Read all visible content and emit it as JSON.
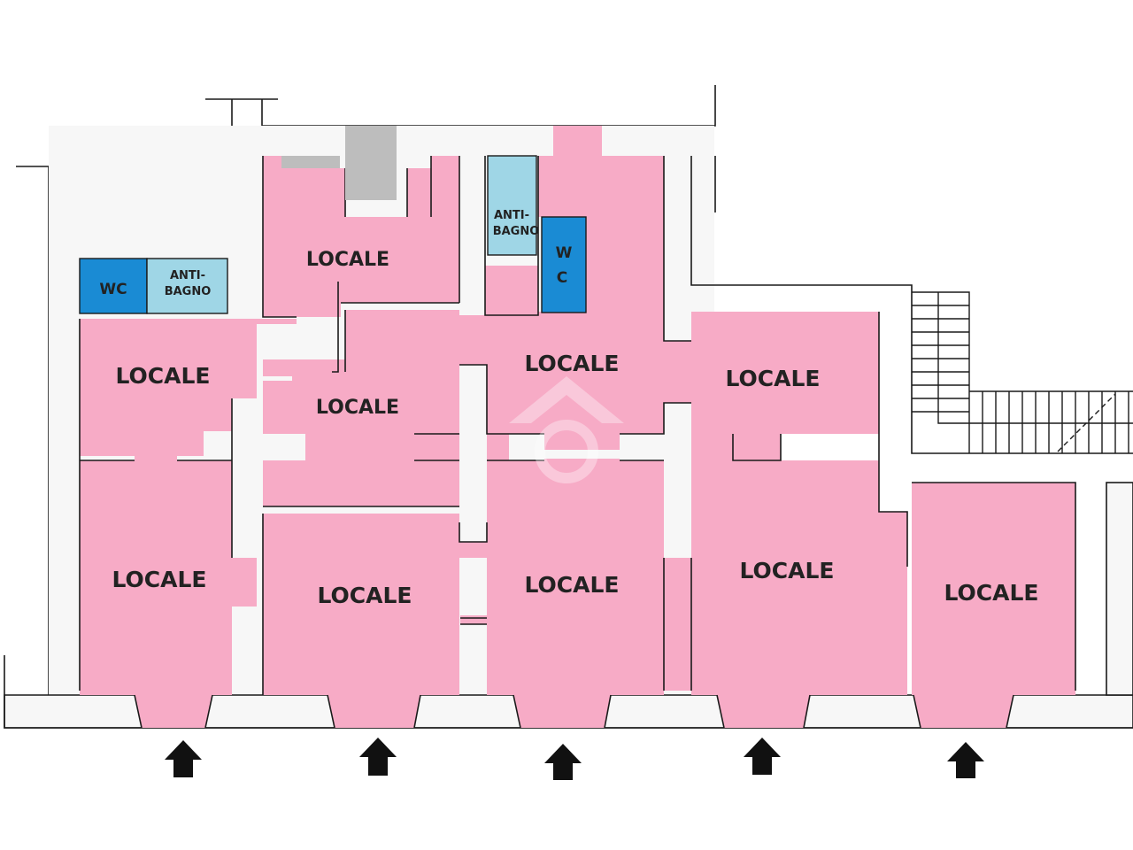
{
  "colors": {
    "room": "#f7abc6",
    "antibagno": "#9fd6e6",
    "wc": "#1a8bd4",
    "shaft": "#bdbdbd",
    "wall": "#f7f7f7",
    "line": "#1a1a1a",
    "arrow": "#111111"
  },
  "rooms": [
    {
      "label": "LOCALE"
    },
    {
      "label": "LOCALE"
    },
    {
      "label": "LOCALE"
    },
    {
      "label": "LOCALE"
    },
    {
      "label": "LOCALE"
    },
    {
      "label": "LOCALE"
    },
    {
      "label": "LOCALE"
    },
    {
      "label": "LOCALE"
    },
    {
      "label": "LOCALE"
    },
    {
      "label": "LOCALE"
    }
  ],
  "bathroom_left": {
    "wc": "WC",
    "antibagno_line1": "ANTI-",
    "antibagno_line2": "BAGNO"
  },
  "bathroom_center": {
    "antibagno_line1": "ANTI-",
    "antibagno_line2": "BAGNO",
    "wc_line1": "W",
    "wc_line2": "C"
  },
  "entrances": [
    {
      "icon": "arrow-up-icon"
    },
    {
      "icon": "arrow-up-icon"
    },
    {
      "icon": "arrow-up-icon"
    },
    {
      "icon": "arrow-up-icon"
    },
    {
      "icon": "arrow-up-icon"
    }
  ]
}
